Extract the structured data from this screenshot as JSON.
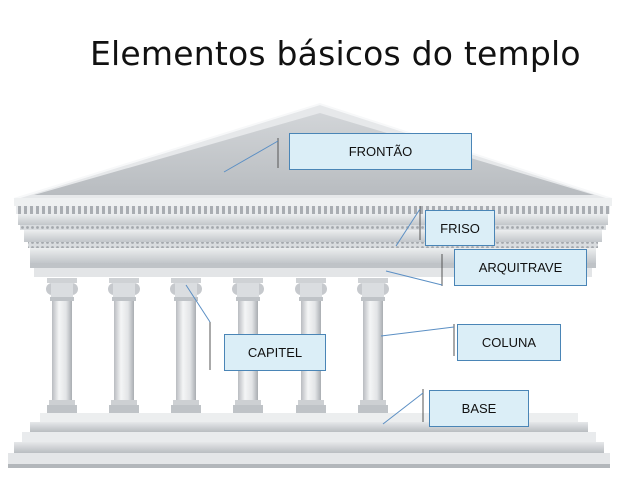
{
  "title": "Elementos básicos do templo",
  "labels": {
    "frontao": "FRONTÃO",
    "friso": "FRISO",
    "arquitrave": "ARQUITRAVE",
    "coluna": "COLUNA",
    "capitel": "CAPITEL",
    "base": "BASE"
  },
  "colors": {
    "label_fill": "#dbeef7",
    "label_border": "#4a85b6",
    "pointer_line": "#5b8fc4",
    "stone": "#d7dadd"
  }
}
